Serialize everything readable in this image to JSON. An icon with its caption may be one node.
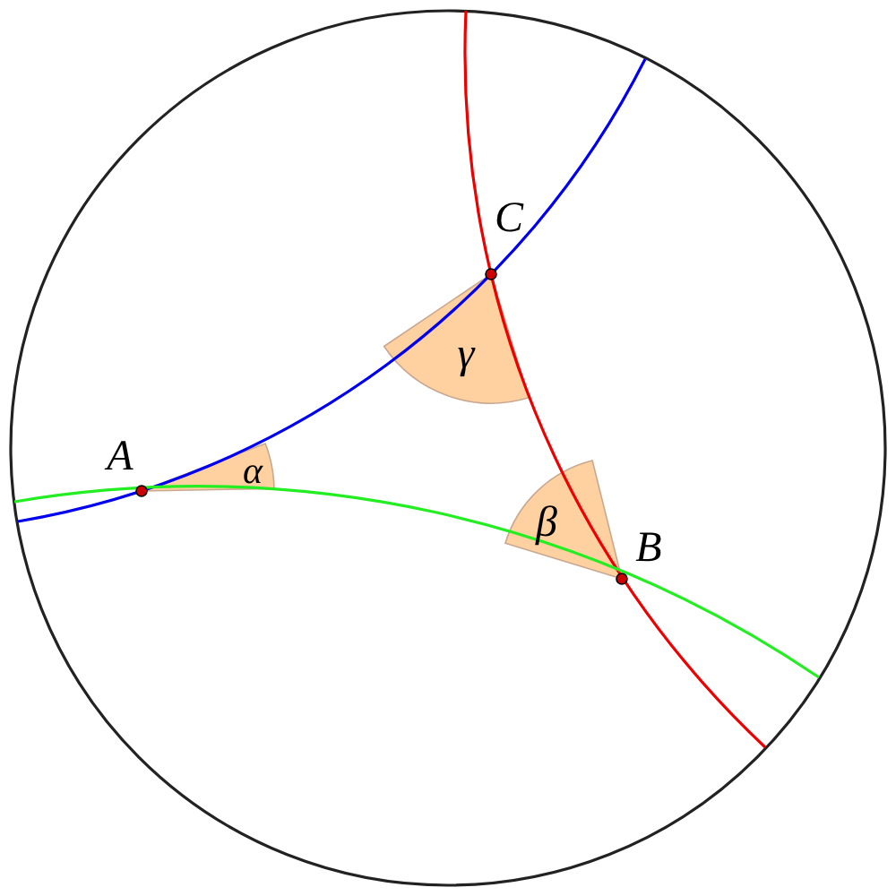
{
  "diagram": {
    "labels": [
      "C",
      "A",
      "γ",
      "α",
      "β",
      "B"
    ]
  }
}
